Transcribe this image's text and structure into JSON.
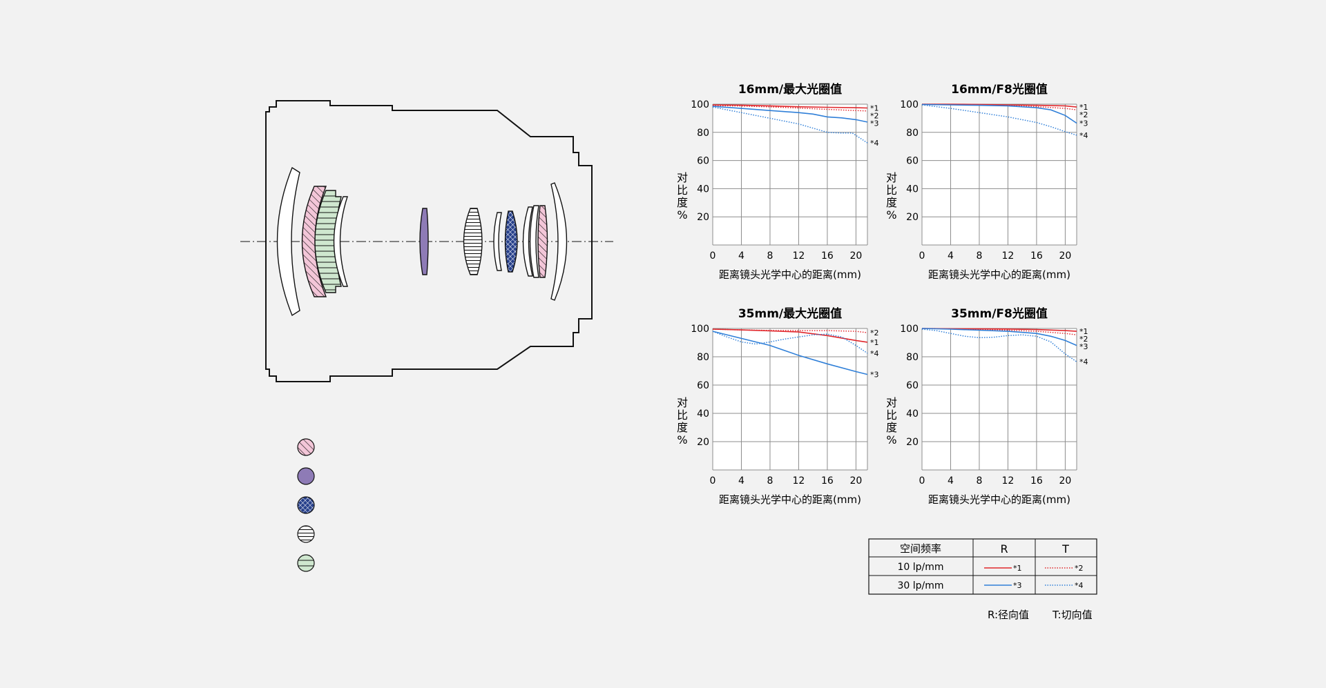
{
  "colors": {
    "background": "#f2f2f2",
    "red": "#e0262b",
    "blue": "#2f7fd8",
    "grid": "#8c8c8c",
    "outline": "#111111",
    "lens_pink": "#f3c6d8",
    "lens_purple": "#8e7bb6",
    "lens_navy": "#27408b",
    "lens_green": "#cfe7cf",
    "lens_white": "#ffffff"
  },
  "legend_icons": [
    {
      "icon": "hatched-pink-circle-icon"
    },
    {
      "icon": "solid-purple-circle-icon"
    },
    {
      "icon": "cross-hatched-navy-circle-icon"
    },
    {
      "icon": "lined-white-circle-icon"
    },
    {
      "icon": "lined-green-circle-icon"
    }
  ],
  "chart_data": [
    {
      "type": "line",
      "title": "16mm/最大光圈值",
      "xlabel": "距离镜头光学中心的距离(mm)",
      "ylabel": "对比度%",
      "xlim": [
        0,
        21.6
      ],
      "ylim": [
        0,
        100
      ],
      "xticks": [
        "0",
        "4",
        "8",
        "12",
        "16",
        "20"
      ],
      "yticks": [
        "20",
        "40",
        "60",
        "80",
        "100"
      ],
      "series": [
        {
          "name": "*1",
          "color": "red",
          "style": "solid",
          "x": [
            0,
            4,
            8,
            12,
            16,
            20,
            21.6
          ],
          "y": [
            99.5,
            99.3,
            98.8,
            98.2,
            97.8,
            97.5,
            97.3
          ]
        },
        {
          "name": "*2",
          "color": "red",
          "style": "dotted",
          "x": [
            0,
            4,
            8,
            12,
            16,
            20,
            21.6
          ],
          "y": [
            99,
            98.7,
            98.1,
            97.3,
            96.3,
            95.5,
            95.2
          ]
        },
        {
          "name": "*3",
          "color": "blue",
          "style": "solid",
          "x": [
            0,
            4,
            8,
            12,
            14,
            16,
            18,
            20,
            21.6
          ],
          "y": [
            98.5,
            97,
            95.5,
            94,
            93,
            91,
            90.3,
            89,
            87.3
          ]
        },
        {
          "name": "*4",
          "color": "blue",
          "style": "dotted",
          "x": [
            0,
            4,
            8,
            12,
            14,
            16,
            18,
            19.5,
            21.6
          ],
          "y": [
            98,
            94,
            90,
            86,
            83,
            80,
            79.5,
            79.5,
            72.5
          ]
        }
      ]
    },
    {
      "type": "line",
      "title": "16mm/F8光圈值",
      "xlabel": "距离镜头光学中心的距离(mm)",
      "ylabel": "对比度%",
      "xlim": [
        0,
        21.6
      ],
      "ylim": [
        0,
        100
      ],
      "xticks": [
        "0",
        "4",
        "8",
        "12",
        "16",
        "20"
      ],
      "yticks": [
        "20",
        "40",
        "60",
        "80",
        "100"
      ],
      "series": [
        {
          "name": "*1",
          "color": "red",
          "style": "solid",
          "x": [
            0,
            4,
            8,
            12,
            16,
            20,
            21.6
          ],
          "y": [
            100,
            100,
            99.8,
            99.5,
            99.2,
            98.8,
            98
          ]
        },
        {
          "name": "*2",
          "color": "red",
          "style": "dotted",
          "x": [
            0,
            4,
            8,
            12,
            16,
            20,
            21.6
          ],
          "y": [
            100,
            99.8,
            99.5,
            99,
            98.3,
            97,
            96
          ]
        },
        {
          "name": "*3",
          "color": "blue",
          "style": "solid",
          "x": [
            0,
            4,
            8,
            12,
            16,
            18,
            20,
            21.6
          ],
          "y": [
            99.8,
            99.5,
            99.2,
            98.8,
            97.5,
            96,
            92,
            86.5
          ]
        },
        {
          "name": "*4",
          "color": "blue",
          "style": "dotted",
          "x": [
            0,
            4,
            8,
            12,
            16,
            18,
            20,
            21.6
          ],
          "y": [
            99.5,
            97,
            94,
            91,
            87,
            84,
            80.5,
            78
          ]
        }
      ]
    },
    {
      "type": "line",
      "title": "35mm/最大光圈值",
      "xlabel": "距离镜头光学中心的距离(mm)",
      "ylabel": "对比度%",
      "xlim": [
        0,
        21.6
      ],
      "ylim": [
        0,
        100
      ],
      "xticks": [
        "0",
        "4",
        "8",
        "12",
        "16",
        "20"
      ],
      "yticks": [
        "20",
        "40",
        "60",
        "80",
        "100"
      ],
      "series": [
        {
          "name": "*2",
          "color": "red",
          "style": "dotted",
          "x": [
            0,
            4,
            8,
            12,
            16,
            20,
            21.6
          ],
          "y": [
            99.5,
            99,
            98.6,
            98.5,
            98.5,
            98,
            97
          ]
        },
        {
          "name": "*1",
          "color": "red",
          "style": "solid",
          "x": [
            0,
            4,
            8,
            12,
            16,
            20,
            21.6
          ],
          "y": [
            99.5,
            99,
            98.3,
            97.5,
            95,
            91.5,
            90.3
          ]
        },
        {
          "name": "*4",
          "color": "blue",
          "style": "dotted",
          "x": [
            0,
            2,
            4,
            6,
            8,
            10,
            12,
            14,
            16,
            18,
            20,
            21.6
          ],
          "y": [
            98,
            94,
            90.5,
            89,
            90.5,
            92.5,
            94,
            95.5,
            96,
            94,
            88,
            82.5
          ]
        },
        {
          "name": "*3",
          "color": "blue",
          "style": "solid",
          "x": [
            0,
            4,
            8,
            12,
            16,
            20,
            21.6
          ],
          "y": [
            98,
            93,
            88,
            81,
            75,
            69.5,
            67.5
          ]
        }
      ]
    },
    {
      "type": "line",
      "title": "35mm/F8光圈值",
      "xlabel": "距离镜头光学中心的距离(mm)",
      "ylabel": "对比度%",
      "xlim": [
        0,
        21.6
      ],
      "ylim": [
        0,
        100
      ],
      "xticks": [
        "0",
        "4",
        "8",
        "12",
        "16",
        "20"
      ],
      "yticks": [
        "20",
        "40",
        "60",
        "80",
        "100"
      ],
      "series": [
        {
          "name": "*1",
          "color": "red",
          "style": "solid",
          "x": [
            0,
            4,
            8,
            12,
            16,
            20,
            21.6
          ],
          "y": [
            100,
            99.8,
            99.7,
            99.6,
            99.2,
            98.5,
            98
          ]
        },
        {
          "name": "*2",
          "color": "red",
          "style": "dotted",
          "x": [
            0,
            4,
            8,
            12,
            16,
            20,
            21.6
          ],
          "y": [
            100,
            99.8,
            99.4,
            98.8,
            98,
            96.5,
            95.5
          ]
        },
        {
          "name": "*3",
          "color": "blue",
          "style": "solid",
          "x": [
            0,
            4,
            8,
            12,
            16,
            18,
            20,
            21.6
          ],
          "y": [
            100,
            99.5,
            98.8,
            98,
            96.5,
            94.5,
            91.5,
            88
          ]
        },
        {
          "name": "*4",
          "color": "blue",
          "style": "dotted",
          "x": [
            0,
            2,
            4,
            6,
            8,
            10,
            12,
            14,
            16,
            18,
            20,
            21.6
          ],
          "y": [
            99.5,
            98.5,
            96.5,
            94.5,
            93.5,
            93.8,
            95,
            95.5,
            94.5,
            90.5,
            82,
            76.5
          ]
        }
      ]
    }
  ],
  "mtf_table": {
    "headers": [
      "空间频率",
      "R",
      "T"
    ],
    "rows": [
      {
        "freq": "10 lp/mm",
        "r_label": "*1",
        "t_label": "*2",
        "color": "red"
      },
      {
        "freq": "30 lp/mm",
        "r_label": "*3",
        "t_label": "*4",
        "color": "blue"
      }
    ]
  },
  "footnote": {
    "r_note": "R:径向值",
    "t_note": "T:切向值"
  }
}
